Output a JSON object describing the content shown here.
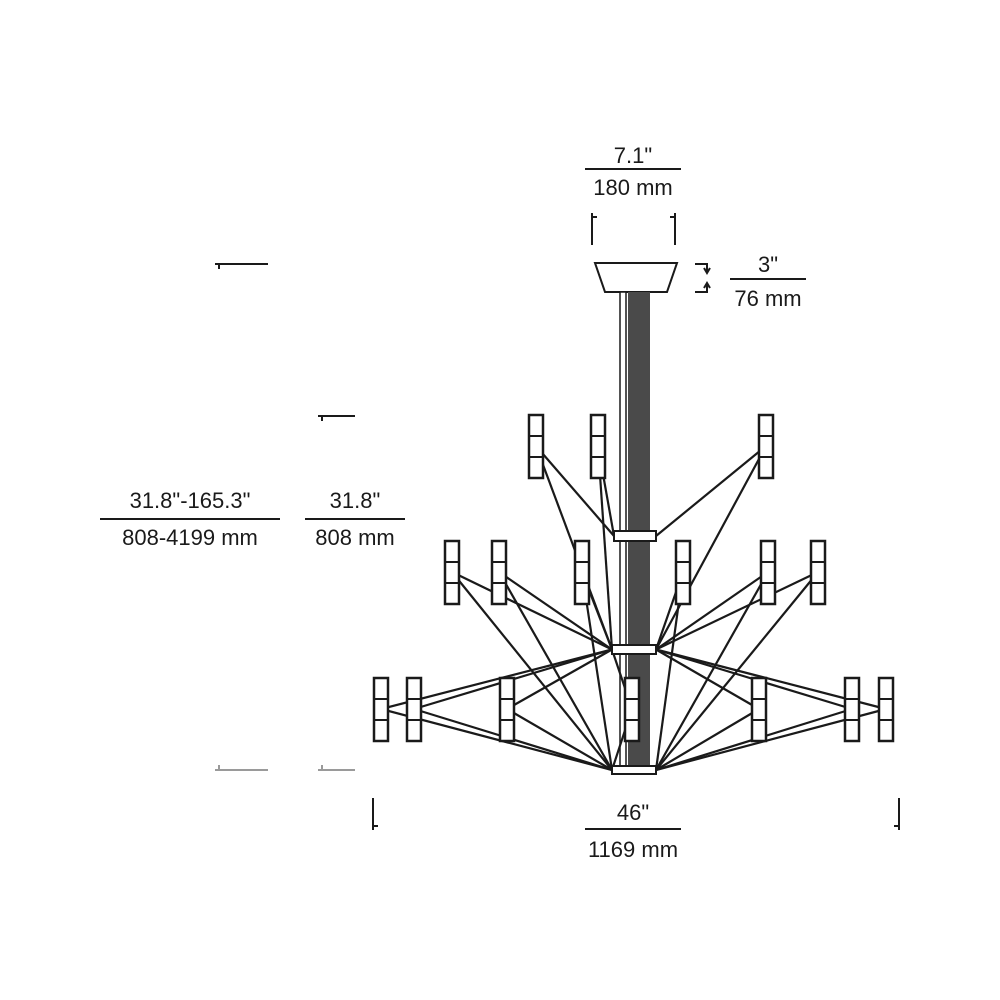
{
  "dimensions": {
    "canopy_width": {
      "imperial": "7.1\"",
      "metric": "180 mm"
    },
    "canopy_height": {
      "imperial": "3\"",
      "metric": "76 mm"
    },
    "overall_height": {
      "imperial": "31.8\"-165.3\"",
      "metric": "808-4199 mm"
    },
    "fixture_height": {
      "imperial": "31.8\"",
      "metric": "808 mm"
    },
    "fixture_width": {
      "imperial": "46\"",
      "metric": "1169 mm"
    }
  },
  "colors": {
    "line": "#1a1a1a",
    "rod": "#4a4a4a",
    "guide": "#9a9a9a"
  }
}
